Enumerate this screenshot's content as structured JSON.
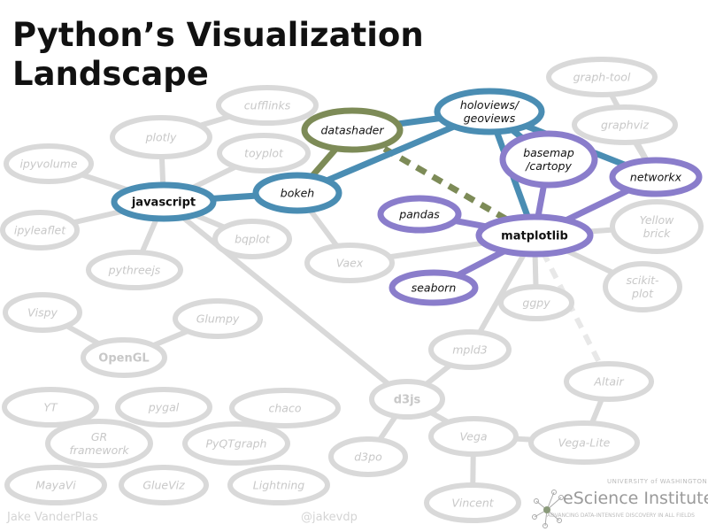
{
  "title": [
    "Python’s Visualization",
    "Landscape"
  ],
  "colors": {
    "gray": "#d9d9d9",
    "blue": "#4a8db3",
    "green": "#7d8b57",
    "purple": "#8a7dcb",
    "gray_text": "#c8c8c8"
  },
  "nodes": [
    {
      "id": "graphtool",
      "label": [
        "graph-tool"
      ],
      "group": "gray"
    },
    {
      "id": "graphviz",
      "label": [
        "graphviz"
      ],
      "group": "gray"
    },
    {
      "id": "cufflinks",
      "label": [
        "cufflinks"
      ],
      "group": "gray"
    },
    {
      "id": "plotly",
      "label": [
        "plotly"
      ],
      "group": "gray"
    },
    {
      "id": "toyplot",
      "label": [
        "toyplot"
      ],
      "group": "gray"
    },
    {
      "id": "ipyvolume",
      "label": [
        "ipyvolume"
      ],
      "group": "gray"
    },
    {
      "id": "javascript",
      "label": [
        "javascript"
      ],
      "group": "blue",
      "bold": true
    },
    {
      "id": "bokeh",
      "label": [
        "bokeh"
      ],
      "group": "blue"
    },
    {
      "id": "datashader",
      "label": [
        "datashader"
      ],
      "group": "green"
    },
    {
      "id": "holoviews",
      "label": [
        "holoviews/",
        "geoviews"
      ],
      "group": "blue"
    },
    {
      "id": "basemap",
      "label": [
        "basemap",
        "/cartopy"
      ],
      "group": "purple"
    },
    {
      "id": "networkx",
      "label": [
        "networkx"
      ],
      "group": "purple"
    },
    {
      "id": "pandas",
      "label": [
        "pandas"
      ],
      "group": "purple"
    },
    {
      "id": "matplotlib",
      "label": [
        "matplotlib"
      ],
      "group": "purple",
      "bold": true
    },
    {
      "id": "yellowbrick",
      "label": [
        "Yellow",
        "brick"
      ],
      "group": "gray"
    },
    {
      "id": "ipyleaflet",
      "label": [
        "ipyleaflet"
      ],
      "group": "gray"
    },
    {
      "id": "bqplot",
      "label": [
        "bqplot"
      ],
      "group": "gray"
    },
    {
      "id": "vaex",
      "label": [
        "Vaex"
      ],
      "group": "gray"
    },
    {
      "id": "pythreejs",
      "label": [
        "pythreejs"
      ],
      "group": "gray"
    },
    {
      "id": "seaborn",
      "label": [
        "seaborn"
      ],
      "group": "purple"
    },
    {
      "id": "scikitplot",
      "label": [
        "scikit-",
        "plot"
      ],
      "group": "gray"
    },
    {
      "id": "ggpy",
      "label": [
        "ggpy"
      ],
      "group": "gray"
    },
    {
      "id": "vispy",
      "label": [
        "Vispy"
      ],
      "group": "gray"
    },
    {
      "id": "glumpy",
      "label": [
        "Glumpy"
      ],
      "group": "gray"
    },
    {
      "id": "opengl",
      "label": [
        "OpenGL"
      ],
      "group": "gray",
      "bold": true
    },
    {
      "id": "mpld3",
      "label": [
        "mpld3"
      ],
      "group": "gray"
    },
    {
      "id": "altair",
      "label": [
        "Altair"
      ],
      "group": "gray"
    },
    {
      "id": "d3js",
      "label": [
        "d3js"
      ],
      "group": "gray",
      "bold": true
    },
    {
      "id": "yt",
      "label": [
        "YT"
      ],
      "group": "gray"
    },
    {
      "id": "pygal",
      "label": [
        "pygal"
      ],
      "group": "gray"
    },
    {
      "id": "chaco",
      "label": [
        "chaco"
      ],
      "group": "gray"
    },
    {
      "id": "gr",
      "label": [
        "GR",
        "framework"
      ],
      "group": "gray"
    },
    {
      "id": "pyqtgraph",
      "label": [
        "PyQTgraph"
      ],
      "group": "gray"
    },
    {
      "id": "vega",
      "label": [
        "Vega"
      ],
      "group": "gray"
    },
    {
      "id": "vegalite",
      "label": [
        "Vega-Lite"
      ],
      "group": "gray"
    },
    {
      "id": "d3po",
      "label": [
        "d3po"
      ],
      "group": "gray"
    },
    {
      "id": "mayavi",
      "label": [
        "MayaVi"
      ],
      "group": "gray"
    },
    {
      "id": "glueviz",
      "label": [
        "GlueViz"
      ],
      "group": "gray"
    },
    {
      "id": "lightning",
      "label": [
        "Lightning"
      ],
      "group": "gray"
    },
    {
      "id": "vincent",
      "label": [
        "Vincent"
      ],
      "group": "gray"
    }
  ],
  "edges": [
    [
      "plotly",
      "cufflinks",
      "gray"
    ],
    [
      "plotly",
      "javascript",
      "gray"
    ],
    [
      "toyplot",
      "javascript",
      "gray"
    ],
    [
      "ipyvolume",
      "javascript",
      "gray"
    ],
    [
      "ipyleaflet",
      "javascript",
      "gray"
    ],
    [
      "javascript",
      "pythreejs",
      "gray"
    ],
    [
      "javascript",
      "bqplot",
      "gray"
    ],
    [
      "javascript",
      "d3js",
      "gray"
    ],
    [
      "opengl",
      "vispy",
      "gray"
    ],
    [
      "opengl",
      "glumpy",
      "gray"
    ],
    [
      "d3js",
      "mpld3",
      "gray"
    ],
    [
      "mpld3",
      "matplotlib",
      "gray"
    ],
    [
      "d3js",
      "vega",
      "gray"
    ],
    [
      "d3js",
      "d3po",
      "gray"
    ],
    [
      "vega",
      "vincent",
      "gray"
    ],
    [
      "vega",
      "vegalite",
      "gray"
    ],
    [
      "vegalite",
      "altair",
      "gray"
    ],
    [
      "matplotlib",
      "altair",
      "gray-dashed"
    ],
    [
      "graphtool",
      "networkx",
      "gray"
    ],
    [
      "graphviz",
      "networkx",
      "gray"
    ],
    [
      "matplotlib",
      "yellowbrick",
      "gray"
    ],
    [
      "matplotlib",
      "scikitplot",
      "gray"
    ],
    [
      "matplotlib",
      "ggpy",
      "gray"
    ],
    [
      "vaex",
      "bokeh",
      "gray"
    ],
    [
      "vaex",
      "matplotlib",
      "gray"
    ],
    [
      "javascript",
      "bokeh",
      "blue"
    ],
    [
      "bokeh",
      "holoviews",
      "blue"
    ],
    [
      "datashader",
      "holoviews",
      "blue"
    ],
    [
      "holoviews",
      "matplotlib",
      "blue"
    ],
    [
      "holoviews",
      "basemap",
      "blue"
    ],
    [
      "holoviews",
      "networkx",
      "blue"
    ],
    [
      "datashader",
      "bokeh",
      "green"
    ],
    [
      "datashader",
      "matplotlib",
      "green-dashed"
    ],
    [
      "basemap",
      "matplotlib",
      "purple"
    ],
    [
      "networkx",
      "matplotlib",
      "purple"
    ],
    [
      "pandas",
      "matplotlib",
      "purple"
    ],
    [
      "seaborn",
      "matplotlib",
      "purple"
    ]
  ],
  "footer": {
    "author": "Jake VanderPlas",
    "handle": "@jakevdp"
  },
  "logo": {
    "top": "UNIVERSITY of WASHINGTON",
    "main": "eScience Institute",
    "sub": "ADVANCING DATA-INTENSIVE DISCOVERY IN ALL FIELDS"
  }
}
